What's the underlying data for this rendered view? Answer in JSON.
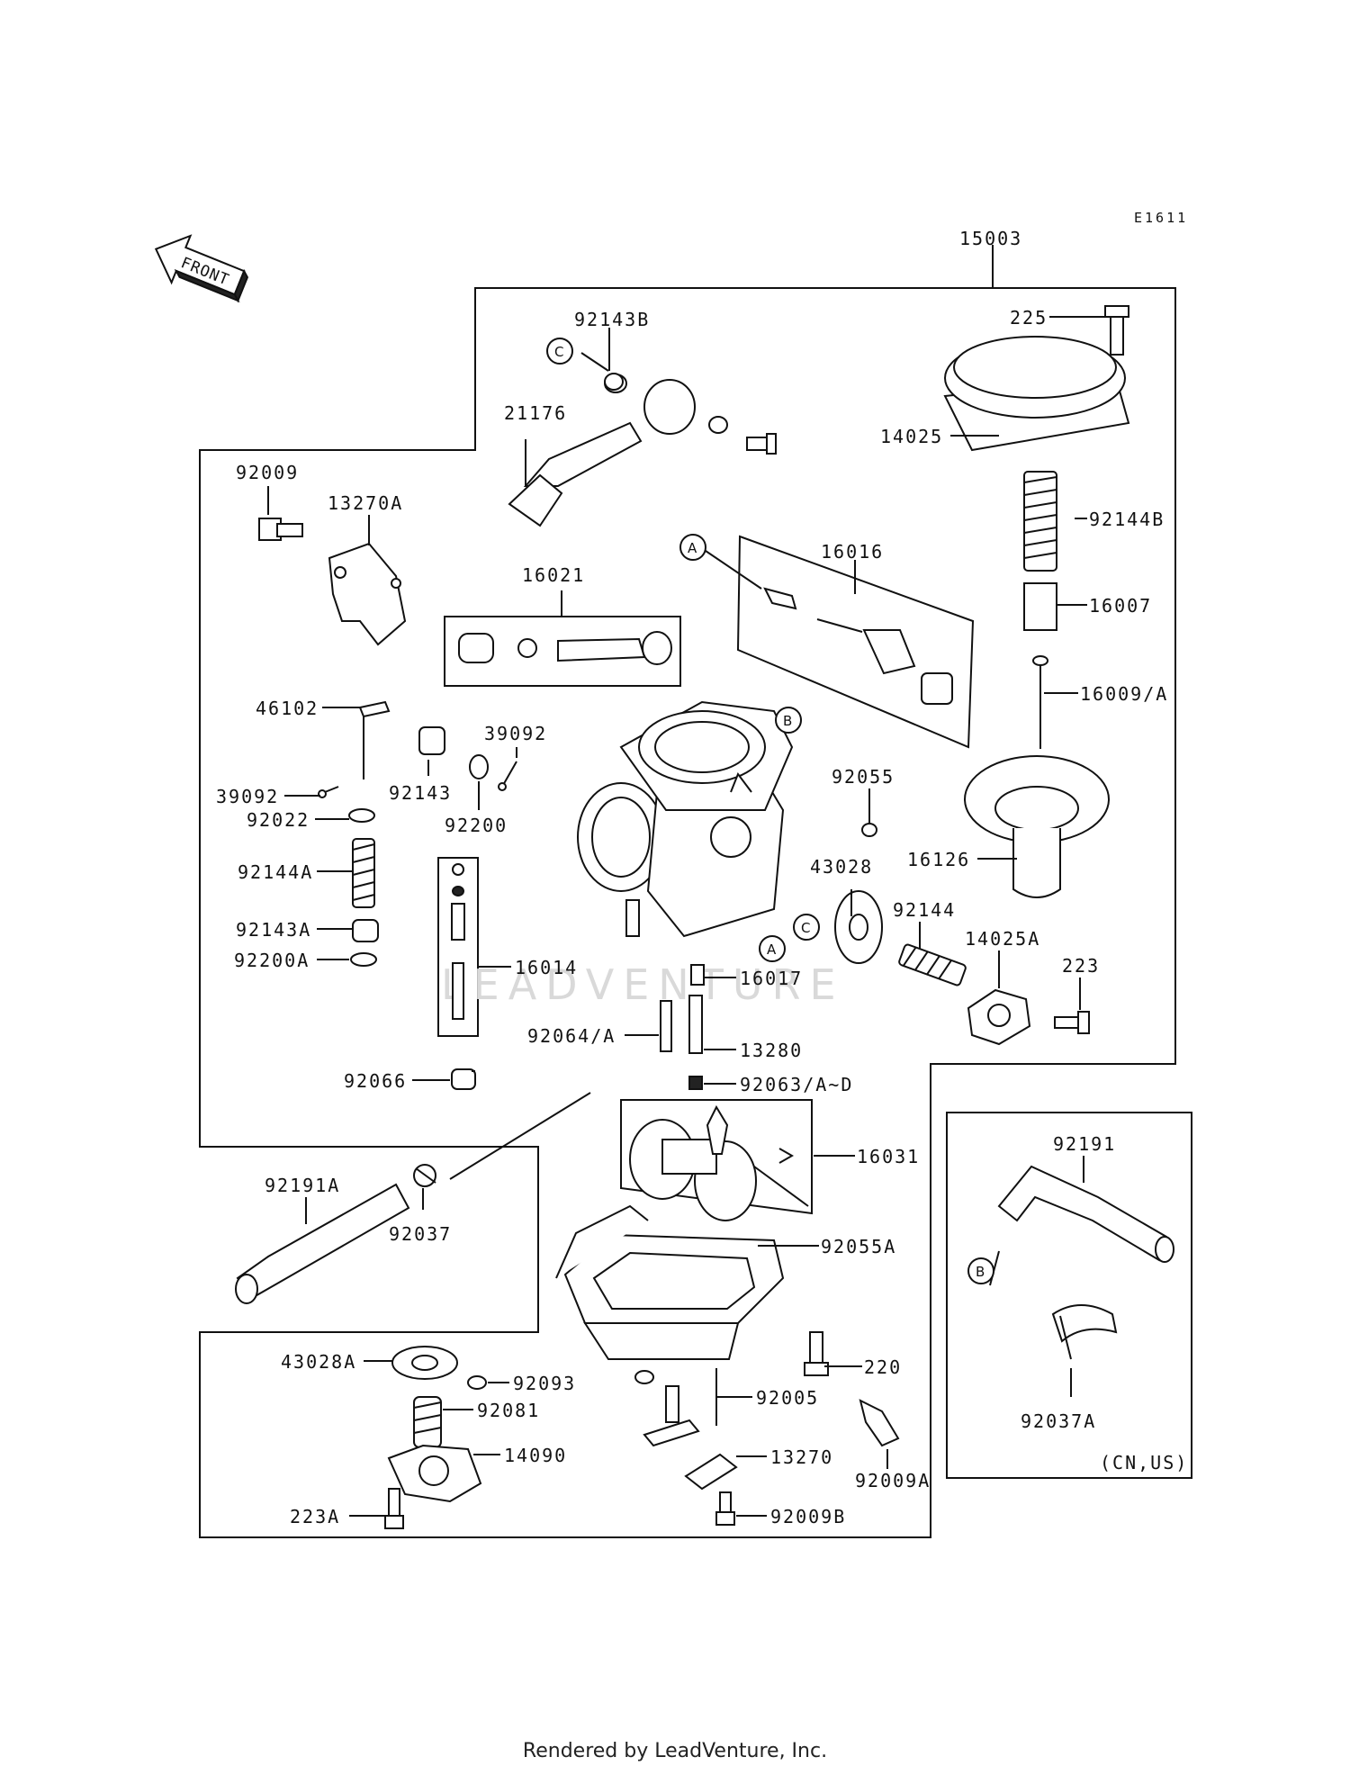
{
  "diagram_code": "E1611",
  "front_label": "FRONT",
  "watermark": "LEADVENTURE",
  "footer": "Rendered by LeadVenture, Inc.",
  "region_label": "(CN,US)",
  "callouts": [
    "A",
    "B",
    "C"
  ],
  "parts": {
    "p15003": "15003",
    "p225": "225",
    "p14025": "14025",
    "p92144B": "92144B",
    "p16007": "16007",
    "p16009A": "16009/A",
    "p16126": "16126",
    "p92143B": "92143B",
    "p21176": "21176",
    "p92009": "92009",
    "p13270A": "13270A",
    "p16021": "16021",
    "p16016": "16016",
    "p46102": "46102",
    "p39092a": "39092",
    "p39092b": "39092",
    "p92143": "92143",
    "p92200": "92200",
    "p92022": "92022",
    "p92144A": "92144A",
    "p92143A": "92143A",
    "p92200A": "92200A",
    "p16014": "16014",
    "p92055": "92055",
    "p43028": "43028",
    "p92144": "92144",
    "p14025A": "14025A",
    "p223": "223",
    "p16017": "16017",
    "p92064A": "92064/A",
    "p13280": "13280",
    "p92066": "92066",
    "p92063": "92063/A~D",
    "p16031": "16031",
    "p92191A": "92191A",
    "p92037": "92037",
    "p92055A": "92055A",
    "p92191": "92191",
    "p92037A": "92037A",
    "p220": "220",
    "p43028A": "43028A",
    "p92093": "92093",
    "p92081": "92081",
    "p92005": "92005",
    "p14090": "14090",
    "p13270": "13270",
    "p92009A": "92009A",
    "p223A": "223A",
    "p92009B": "92009B"
  }
}
